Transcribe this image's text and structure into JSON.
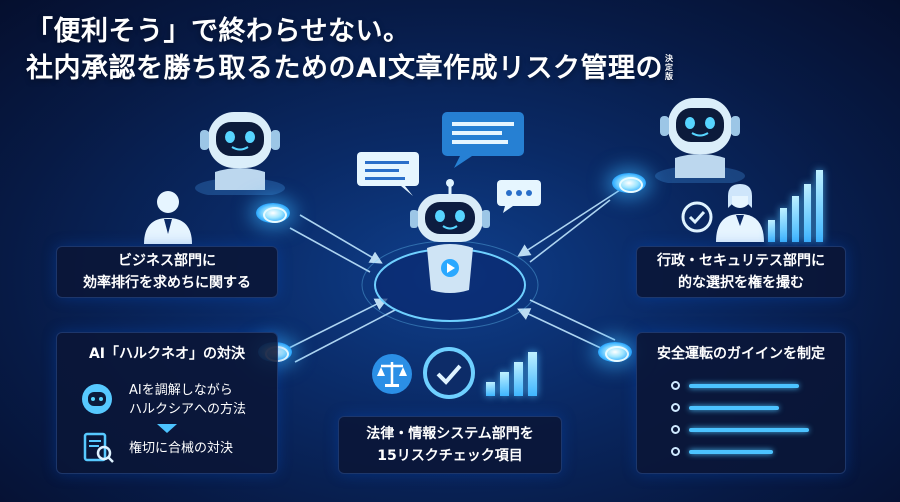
{
  "title": {
    "line1": "「便利そう」で終わらせない。",
    "line2": "社内承認を勝ち取るためのAI文章作成リスク管理の",
    "badge": "決定版"
  },
  "panels": {
    "business": "ビジネス部門に\n効率排行を求めちに関する",
    "admin": "行政・セキュリテス部門に\n的な選択を権を撮む",
    "ai_heading": "AI「ハルクネオ」の対決",
    "ai_item1": "AIを調解しながら\nハルクシアへの方法",
    "ai_item2": "権切に合械の対決",
    "safety_heading": "安全運転のガイインを制定",
    "legal": "法律・情報システム部門を\n15リスクチェック項目"
  },
  "icons": {
    "robot": "robot-icon",
    "person": "person-icon",
    "check": "check-icon",
    "scale": "scale-icon",
    "chart": "bar-chart-icon",
    "chat": "chat-bubble-icon",
    "document": "document-search-icon",
    "play": "play-icon"
  },
  "colors": {
    "accent": "#4cc3ff",
    "panel_bg": "#0a1637",
    "background": "#0a2a66"
  }
}
